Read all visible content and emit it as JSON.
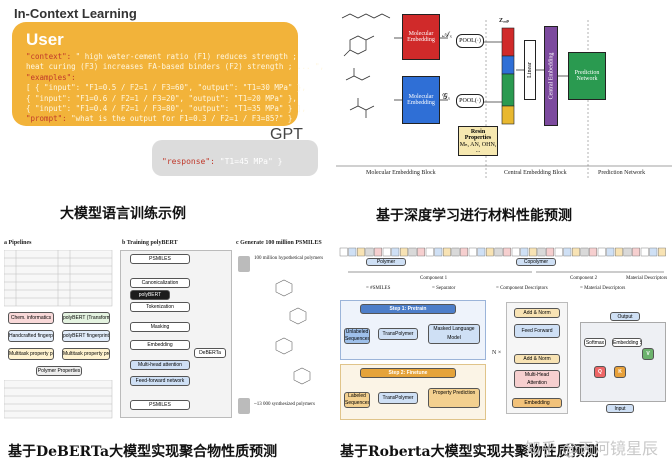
{
  "panel1": {
    "title": "In-Context Learning",
    "user_label": "User",
    "lines": [
      {
        "key": "\"context\":",
        "text": " \" high water-cement ratio (F1) reduces strength ;"
      },
      {
        "key": "",
        "text": "heat curing (F3) increases FA-based binders (F2) strength ; ... \","
      },
      {
        "key": "\"examples\":",
        "text": ""
      },
      {
        "key": "",
        "text": "[ { \"input\": \"F1=0.5 / F2=1 / F3=60\", \"output\": \"T1=30 MPa\" },"
      },
      {
        "key": "",
        "text": "  { \"input\": \"F1=0.6 / F2=1 / F3=20\", \"output\": \"T1=20 MPa\" },"
      },
      {
        "key": "",
        "text": "  { \"input\": \"F1=0.4 / F2=1 / F3=80\", \"output\": \"T1=35 MPa\" } ],"
      },
      {
        "key": "\"prompt\":",
        "text": " \"what is the output for F1=0.3 / F2=1 / F3=85?\" }"
      }
    ],
    "gpt_label": "GPT",
    "response_key": "\"response\":",
    "response_text": " \"T1=45 MPa\" }"
  },
  "panel2": {
    "mol_embed_top": "Molecular Embedding",
    "mol_embed_bottom": "Molecular Embedding",
    "a_label": "𝒜ₓ",
    "g_label": "𝒢ₓ",
    "pool_top": "POOL(·)",
    "pool_bottom": "POOL(·)",
    "z_label": "Zₐₒₚ",
    "linear": "Linear",
    "central": "Central Embedding",
    "prediction": "Prediction Network",
    "resin_title": "Resin Properties",
    "resin_vals": "Mₙ, AN, OHN, ...",
    "footer_left": "Molecular Embedding Block",
    "footer_mid": "Central Embedding Block",
    "footer_right": "Prediction Network"
  },
  "panel3": {
    "a_label": "a Pipelines",
    "b_label": "b Training polyBERT",
    "c_label": "c Generate 100 million PSMILES",
    "nodes": [
      "PSMILES",
      "Canonicalization",
      "Tokenization",
      "Masking",
      "Embedding",
      "Multi-head attention",
      "Feed-forward network",
      "PSMILES"
    ],
    "polybert": "polyBERT",
    "deberta": "DeBERTa",
    "left_boxes": [
      "Chem. informatics",
      "Handcrafted fingerprints",
      "Multitask property predictors"
    ],
    "right_boxes": [
      "polyBERT (Transformer)",
      "polyBERT fingerprints",
      "Multitask property predictors"
    ],
    "polymer_props": "Polymer Properties",
    "hyp": "100 million hypothetical polymers",
    "synth": "~13 000 synthesized polymers"
  },
  "panel4": {
    "polymer": "Polymer",
    "copolymer": "Copolymer",
    "comp1": "Component 1",
    "comp2": "Component 2",
    "material": "Material Descriptors",
    "legend": [
      "= #SMILES",
      "= Separator",
      "= Component Descriptors",
      "= Material Descriptors"
    ],
    "step1": "Step 1: Pretrain",
    "step2": "Step 2: Finetune",
    "unlabeled": "Unlabeled Sequences",
    "labeled": "Labeled Sequences",
    "transpolymer1": "TransPolymer",
    "transpolymer2": "TransPolymer",
    "mlm": "Masked Language Model",
    "propred": "Property Prediction",
    "add_norm": "Add & Norm",
    "feed_forward": "Feed Forward",
    "mha": "Multi-Head Attention",
    "embedding": "Embedding",
    "output": "Output",
    "softmax": "Softmax",
    "emb_size": "Embedding Size",
    "input": "Input",
    "nx": "N ×",
    "q": "Q",
    "k": "K",
    "v": "V"
  },
  "captions": {
    "c1": "大模型语言训练示例",
    "c2": "基于深度学习进行材料性能预测",
    "c3": "基于DeBERTa大模型实现聚合物性质预测",
    "c4": "基于Roberta大模型实现共聚物性质预测"
  },
  "watermark": "知乎 @天河镜星辰",
  "colors": {
    "user_bubble": "#f2b33a",
    "gpt_bubble": "#dcdcdc",
    "red_box": "#d02a2a",
    "blue_box": "#2f6fd6",
    "green_box": "#2a9a50",
    "purple": "#7c4a9e"
  }
}
